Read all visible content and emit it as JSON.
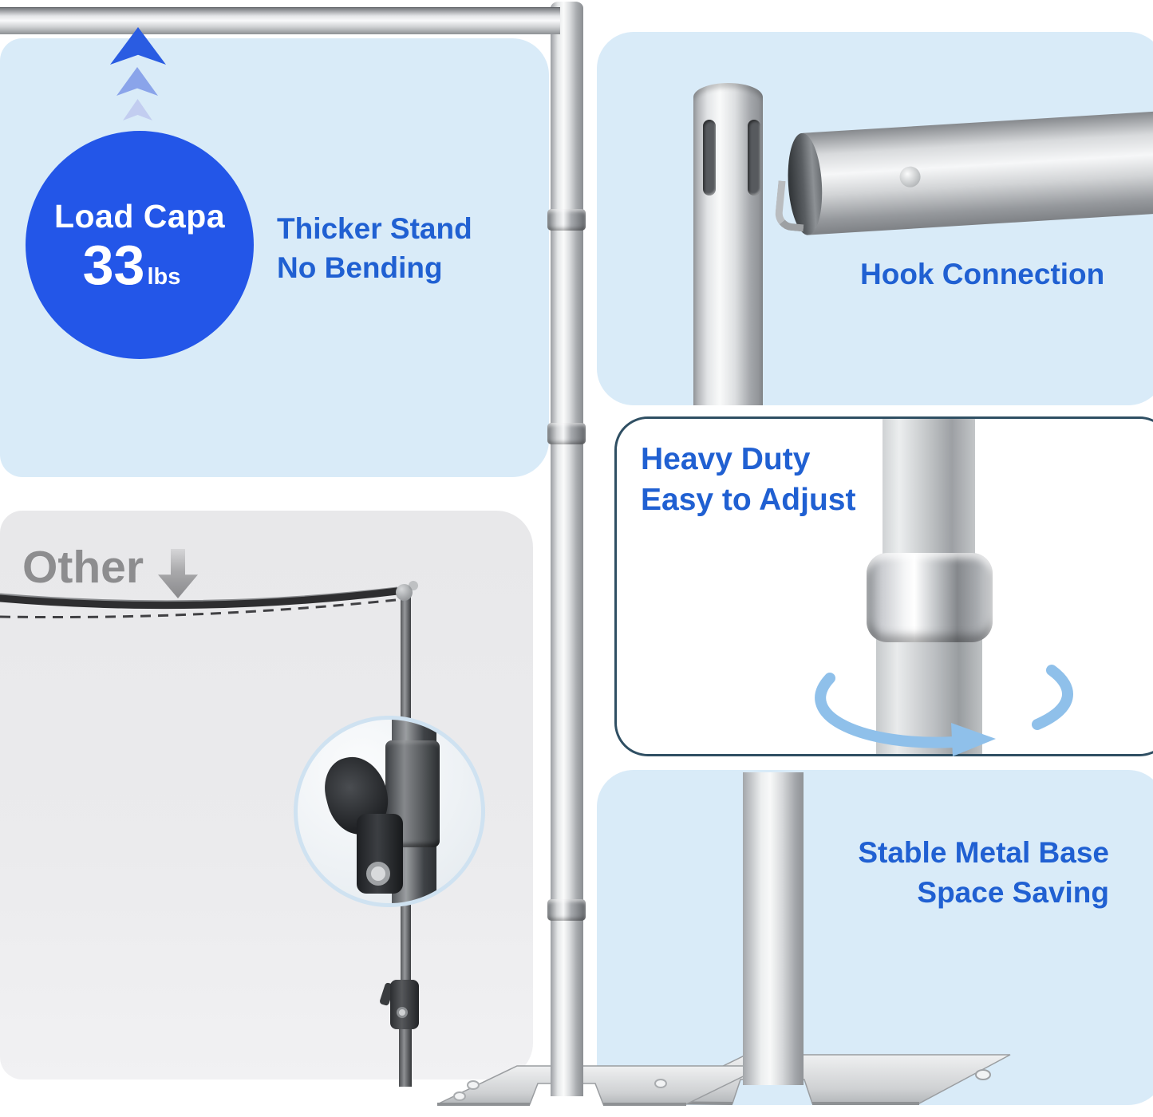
{
  "image": {
    "type": "product-feature-infographic",
    "subject": "telescopic backdrop stand with crossbar"
  },
  "colors": {
    "panel_blue": "#d9ebf8",
    "panel_gray": "#e9e9eb",
    "badge_blue": "#2356e8",
    "text_blue": "#2060d2",
    "text_gray": "#8d8d8f",
    "panel_border_navy": "#2f4f63",
    "rotation_arrow_blue": "#8fc0ea"
  },
  "load_capacity": {
    "label": "Load Capa",
    "value": "33",
    "unit": "lbs"
  },
  "features": {
    "thicker_stand": {
      "line1": "Thicker Stand",
      "line2": "No Bending"
    },
    "hook_connection": {
      "text": "Hook Connection"
    },
    "heavy_duty": {
      "line1": "Heavy Duty",
      "line2": "Easy to Adjust"
    },
    "stable_base": {
      "line1": "Stable Metal Base",
      "line2": "Space Saving"
    }
  },
  "comparison": {
    "other_label": "Other"
  },
  "icons": {
    "up_arrows": "triple-up-arrow",
    "down_arrow": "down-arrow",
    "rotation_arrow": "rotation-ellipse-arrow",
    "magnifier": "zoom-detail-circle",
    "hook": "hook-connector"
  }
}
